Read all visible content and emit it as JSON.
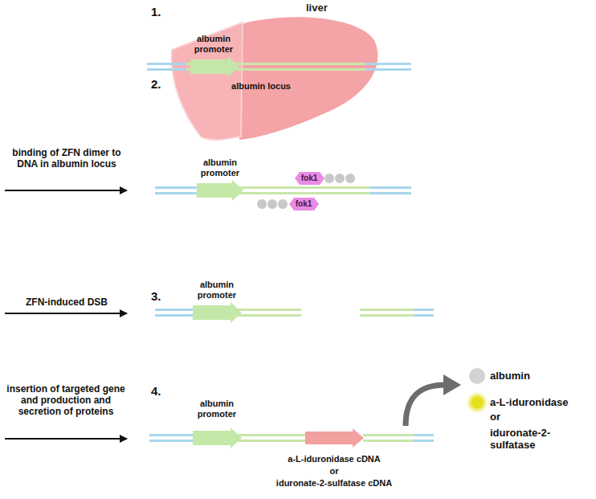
{
  "diagram": {
    "nodes": [
      {
        "text": [
          "liver"
        ]
      },
      {
        "text": [
          "fok1"
        ]
      },
      {
        "text": [
          "fok1"
        ]
      }
    ],
    "labels": [
      "1.",
      "albumin promoter",
      "albumin locus",
      "2.",
      "binding of ZFN dimer to DNA in albumin locus",
      "albumin promoter",
      "3.",
      "ZFN-induced DSB",
      "albumin promoter",
      "4.",
      "insertion of targeted gene and production and secretion of proteins",
      "albumin promoter",
      "a-L-iduronidase cDNA",
      "or",
      "iduronate-2-sulfatase cDNA",
      "or",
      "iduronate-2-sulfatase"
    ],
    "legend": [
      {
        "text": "albumin",
        "color": "#d3d3d3"
      },
      {
        "text": "a-L-iduronidase",
        "color": "#e6df1c"
      }
    ]
  }
}
